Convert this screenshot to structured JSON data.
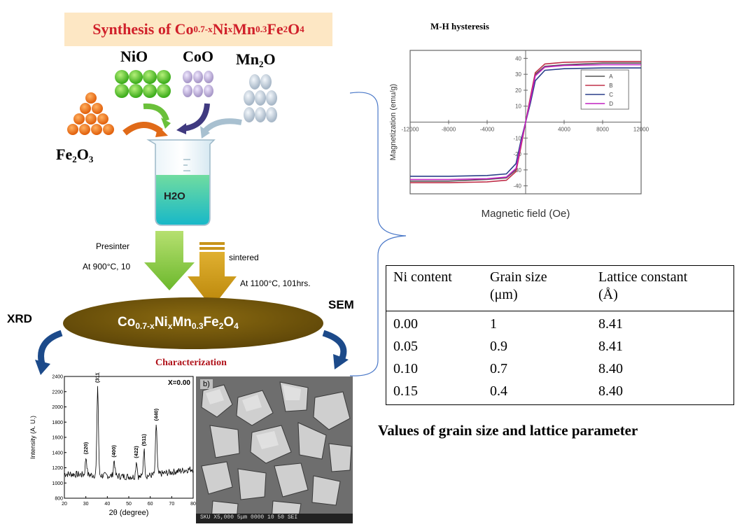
{
  "synthesis_title": {
    "prefix": "Synthesis of Co",
    "sub1": "0.7-x",
    "mid1": "Ni",
    "sub2": "x",
    "mid2": "Mn",
    "sub3": "0.3",
    "mid3": "Fe",
    "sub4": "2",
    "mid4": "O",
    "sub5": "4"
  },
  "reagents": {
    "nio": "NiO",
    "coo": "CoO",
    "mn2o": {
      "a": "Mn",
      "sub": "2",
      "b": "O"
    },
    "fe2o3": {
      "a": "Fe",
      "sub1": "2",
      "b": "O",
      "sub2": "3"
    }
  },
  "beaker_label": "H2O",
  "process": {
    "presinter": "Presinter",
    "presinter_condition": "At 900°C, 10",
    "sintered": "sintered",
    "sintered_condition": "At 1100°C, 101hrs."
  },
  "product": {
    "a": "Co",
    "sub1": "0.7-x",
    "b": "Ni",
    "sub2": "x",
    "c": "Mn",
    "sub3": "0.3",
    "d": "Fe",
    "sub4": "2",
    "e": "O",
    "sub5": "4"
  },
  "labels": {
    "xrd": "XRD",
    "sem": "SEM",
    "characterization": "Characterization",
    "sem_panel": "b)",
    "sem_footer": "SKU   X5,000   5μm   0000 10 50 SEI"
  },
  "hysteresis": {
    "title": "M-H hysteresis",
    "xlabel": "Magnetic field (Oe)",
    "ylabel": "Magnetization (emu/g)",
    "x_ticks": [
      "-12000",
      "-8000",
      "-4000",
      "4000",
      "8000",
      "12000"
    ],
    "y_ticks": [
      "40",
      "30",
      "20",
      "10",
      "-10",
      "-20",
      "-30",
      "-40"
    ],
    "legend": [
      "A",
      "B",
      "C",
      "D"
    ],
    "colors": [
      "#555555",
      "#c0304a",
      "#2a3f8a",
      "#c020c0"
    ]
  },
  "table": {
    "headers": [
      {
        "line1": "Ni content",
        "line2": ""
      },
      {
        "line1": "Grain size",
        "line2": "(μm)"
      },
      {
        "line1": "Lattice constant",
        "line2": "(Å)"
      }
    ],
    "rows": [
      [
        "0.00",
        "1",
        "8.41"
      ],
      [
        "0.05",
        "0.9",
        "8.41"
      ],
      [
        "0.10",
        "0.7",
        "8.40"
      ],
      [
        "0.15",
        "0.4",
        "8.40"
      ]
    ],
    "caption": "Values of grain size and lattice parameter"
  },
  "chart_data": [
    {
      "type": "line",
      "title": "M-H hysteresis",
      "xlabel": "Magnetic field (Oe)",
      "ylabel": "Magnetization (emu/g)",
      "xlim": [
        -12000,
        12000
      ],
      "ylim": [
        -45,
        45
      ],
      "legend": "top-right",
      "x": [
        -12000,
        -8000,
        -4000,
        -2000,
        -1000,
        -500,
        0,
        500,
        1000,
        2000,
        4000,
        8000,
        12000
      ],
      "series": [
        {
          "name": "A",
          "values": [
            -37,
            -37,
            -36,
            -35,
            -30,
            -15,
            0,
            15,
            30,
            35,
            36,
            37,
            37
          ]
        },
        {
          "name": "B",
          "values": [
            -38,
            -38,
            -37.5,
            -36.5,
            -31,
            -16,
            0,
            16,
            31,
            36.5,
            37.5,
            38,
            38
          ]
        },
        {
          "name": "C",
          "values": [
            -34,
            -34,
            -33.5,
            -32.5,
            -26,
            -12,
            0,
            12,
            26,
            32.5,
            33.5,
            34,
            34
          ]
        },
        {
          "name": "D",
          "values": [
            -36,
            -36,
            -35.5,
            -34.5,
            -29,
            -14,
            0,
            14,
            29,
            34.5,
            35.5,
            36,
            36
          ]
        }
      ]
    },
    {
      "type": "line",
      "title": "X=0.00",
      "xlabel": "2θ (degree)",
      "ylabel": "Intensity (A. U.)",
      "xlim": [
        20,
        80
      ],
      "ylim": [
        800,
        2400
      ],
      "x_ticks": [
        "20",
        "30",
        "40",
        "50",
        "60",
        "70",
        "80"
      ],
      "y_ticks": [
        "800",
        "1000",
        "1200",
        "1400",
        "1600",
        "1800",
        "2000",
        "2200",
        "2400"
      ],
      "peaks": [
        {
          "label": "(220)",
          "x": 30.1,
          "y": 1340
        },
        {
          "label": "(311)",
          "x": 35.5,
          "y": 2280
        },
        {
          "label": "(400)",
          "x": 43.2,
          "y": 1300
        },
        {
          "label": "(422)",
          "x": 53.6,
          "y": 1290
        },
        {
          "label": "(511)",
          "x": 57.1,
          "y": 1450
        },
        {
          "label": "(440)",
          "x": 62.8,
          "y": 1780
        }
      ]
    }
  ]
}
